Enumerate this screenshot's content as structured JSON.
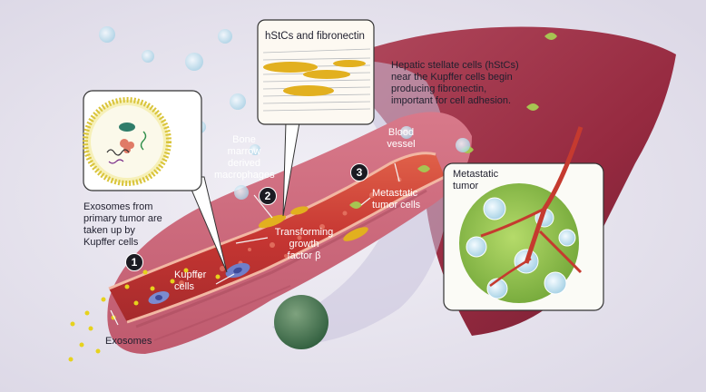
{
  "callout_title": "hStCs and fibronectin",
  "steps": [
    "1",
    "2",
    "3"
  ],
  "labels": {
    "exosomes_uptake": "Exosomes from\nprimary tumor are\ntaken up by\nKupffer cells",
    "bone_marrow": "Bone\nmarrow\nderived\nmacrophages",
    "hepatic_stellate": "Hepatic stellate cells (hStCs)\nnear the Kupffer cells begin\nproducing fibronectin,\nimportant for cell adhesion.",
    "blood_vessel": "Blood\nvessel",
    "metastatic_cells": "Metastatic\ntumor cells",
    "tgf": "Transforming\ngrowth\nfactor β",
    "kupffer": "Kupffer\ncells",
    "exosomes": "Exosomes",
    "metastatic_tumor": "Metastatic\ntumor"
  },
  "colors": {
    "background": "#e7e4ef",
    "liver": "#9c2f45",
    "vessel": "#c8363a",
    "tissue": "#e28a92",
    "stellate": "#e2b01f",
    "tumor": "#8fc448",
    "exosome": "#e6d21d"
  }
}
